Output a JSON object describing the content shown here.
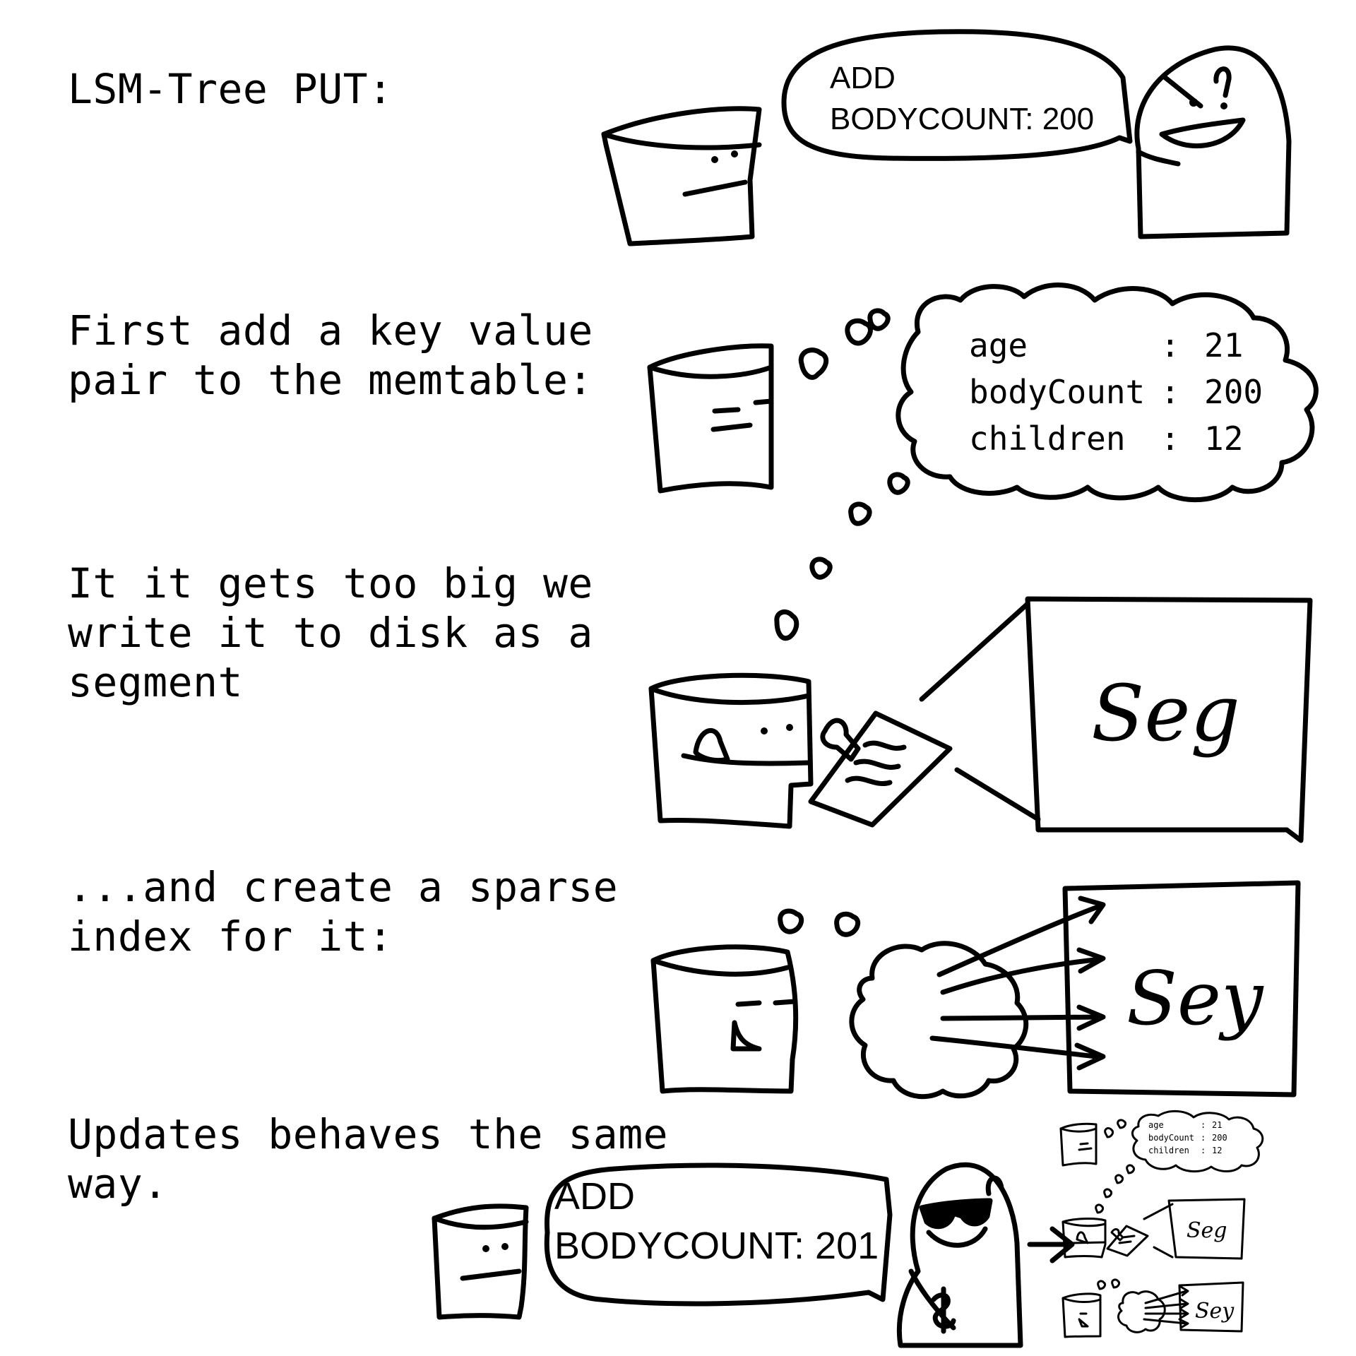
{
  "captions": {
    "step1": "LSM-Tree PUT:",
    "step2_line1": "First add a key value",
    "step2_line2": "pair to the memtable:",
    "step3_line1": "It it gets too big we",
    "step3_line2": "write it to disk as a",
    "step3_line3": "segment",
    "step4_line1": "...and create a sparse",
    "step4_line2": "index for it:",
    "step5_line1": "Updates behaves the same",
    "step5_line2": "way."
  },
  "put_bubble": {
    "line1": "ADD",
    "line2": "BODYCOUNT: 200"
  },
  "memtable": [
    {
      "key": "age",
      "sep": ":",
      "value": "21"
    },
    {
      "key": "bodyCount",
      "sep": ":",
      "value": "200"
    },
    {
      "key": "children",
      "sep": ":",
      "value": "12"
    }
  ],
  "segment_label": "Seg",
  "index_segment_label": "Sey",
  "update_bubble": {
    "line1": "ADD",
    "line2": "BODYCOUNT: 201"
  },
  "mini_memtable": [
    {
      "key": "age",
      "sep": ":",
      "value": "21"
    },
    {
      "key": "bodyCount",
      "sep": ":",
      "value": "200"
    },
    {
      "key": "children",
      "sep": ":",
      "value": "12"
    }
  ],
  "mini_segment_label": "Seg",
  "mini_index_label": "Sey"
}
